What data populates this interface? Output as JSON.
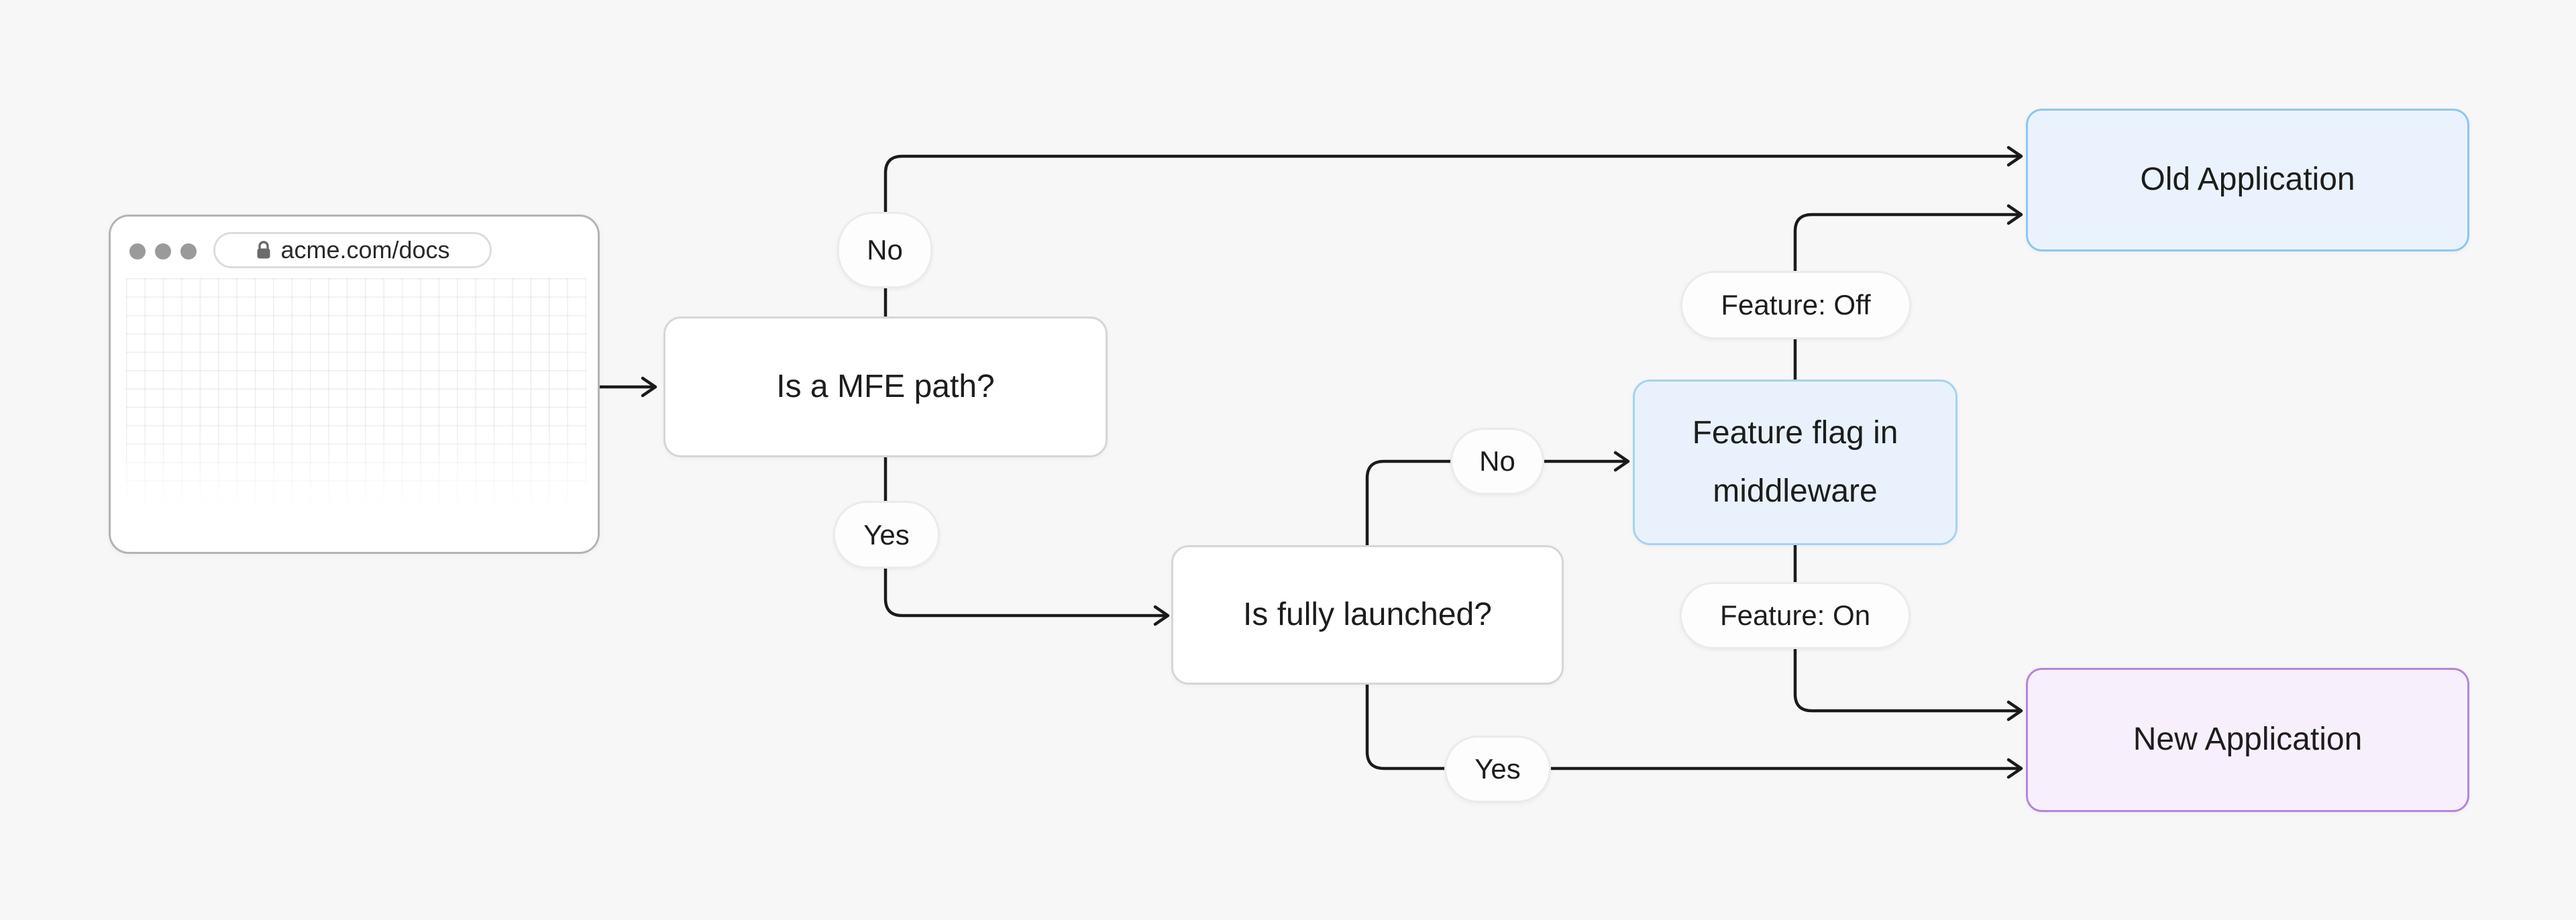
{
  "theme": {
    "bg": "#f7f7f8",
    "line": "#1b1b1b",
    "text": "#1d1d1d",
    "node-fill": "#ffffff",
    "node-border": "#d6d6d6",
    "pill-fill": "#fdfdfd",
    "pill-border": "#ebebeb",
    "old-fill": "#eaf3fd",
    "old-border": "#8ec6f1",
    "feature-fill": "#e9f2fc",
    "feature-border": "#a5d2f4",
    "new-fill": "#f7f0fc",
    "new-border": "#b685dc",
    "browser-border": "#b3b3b3",
    "url-border": "#dcdcdc",
    "dot": "#9a9a9a"
  },
  "browser": {
    "url": "acme.com/docs",
    "lock_icon": "lock-icon",
    "traffic_dots": 3
  },
  "nodes": {
    "mfe": "Is a MFE path?",
    "launched": "Is fully launched?",
    "feature": "Feature flag in middleware",
    "old": "Old Application",
    "new": "New Application"
  },
  "labels": {
    "no_top": "No",
    "yes_left": "Yes",
    "no_mid": "No",
    "feature_off": "Feature: Off",
    "feature_on": "Feature: On",
    "yes_bottom": "Yes"
  }
}
